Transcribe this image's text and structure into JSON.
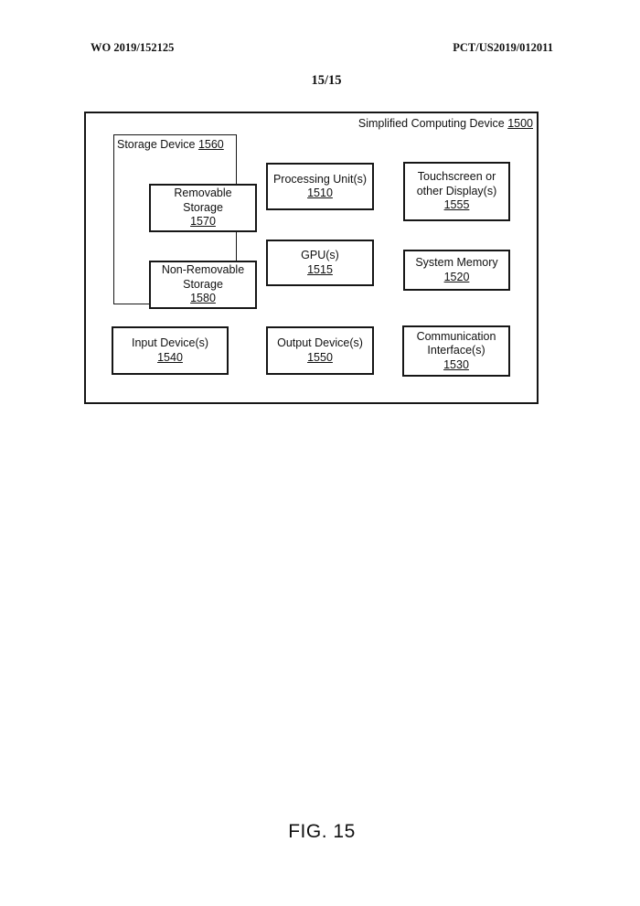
{
  "page": {
    "header_left": "WO 2019/152125",
    "header_right": "PCT/US2019/012011",
    "page_number": "15/15",
    "figure_caption": "FIG. 15"
  },
  "diagram": {
    "title": {
      "label": "Simplified Computing Device",
      "ref": "1500"
    },
    "storage": {
      "label": "Storage Device",
      "ref": "1560",
      "removable": {
        "line1": "Removable",
        "line2": "Storage",
        "ref": "1570"
      },
      "non_removable": {
        "line1": "Non-Removable",
        "line2": "Storage",
        "ref": "1580"
      }
    },
    "processing": {
      "line1": "Processing Unit(s)",
      "ref": "1510"
    },
    "touchscreen": {
      "line1": "Touchscreen or",
      "line2": "other Display(s)",
      "ref": "1555"
    },
    "gpu": {
      "line1": "GPU(s)",
      "ref": "1515"
    },
    "system_memory": {
      "line1": "System Memory",
      "ref": "1520"
    },
    "input_devices": {
      "line1": "Input Device(s)",
      "ref": "1540"
    },
    "output_devices": {
      "line1": "Output Device(s)",
      "ref": "1550"
    },
    "communication": {
      "line1": "Communication",
      "line2": "Interface(s)",
      "ref": "1530"
    }
  },
  "colors": {
    "line": "#161616",
    "text": "#111111",
    "background": "#ffffff"
  }
}
